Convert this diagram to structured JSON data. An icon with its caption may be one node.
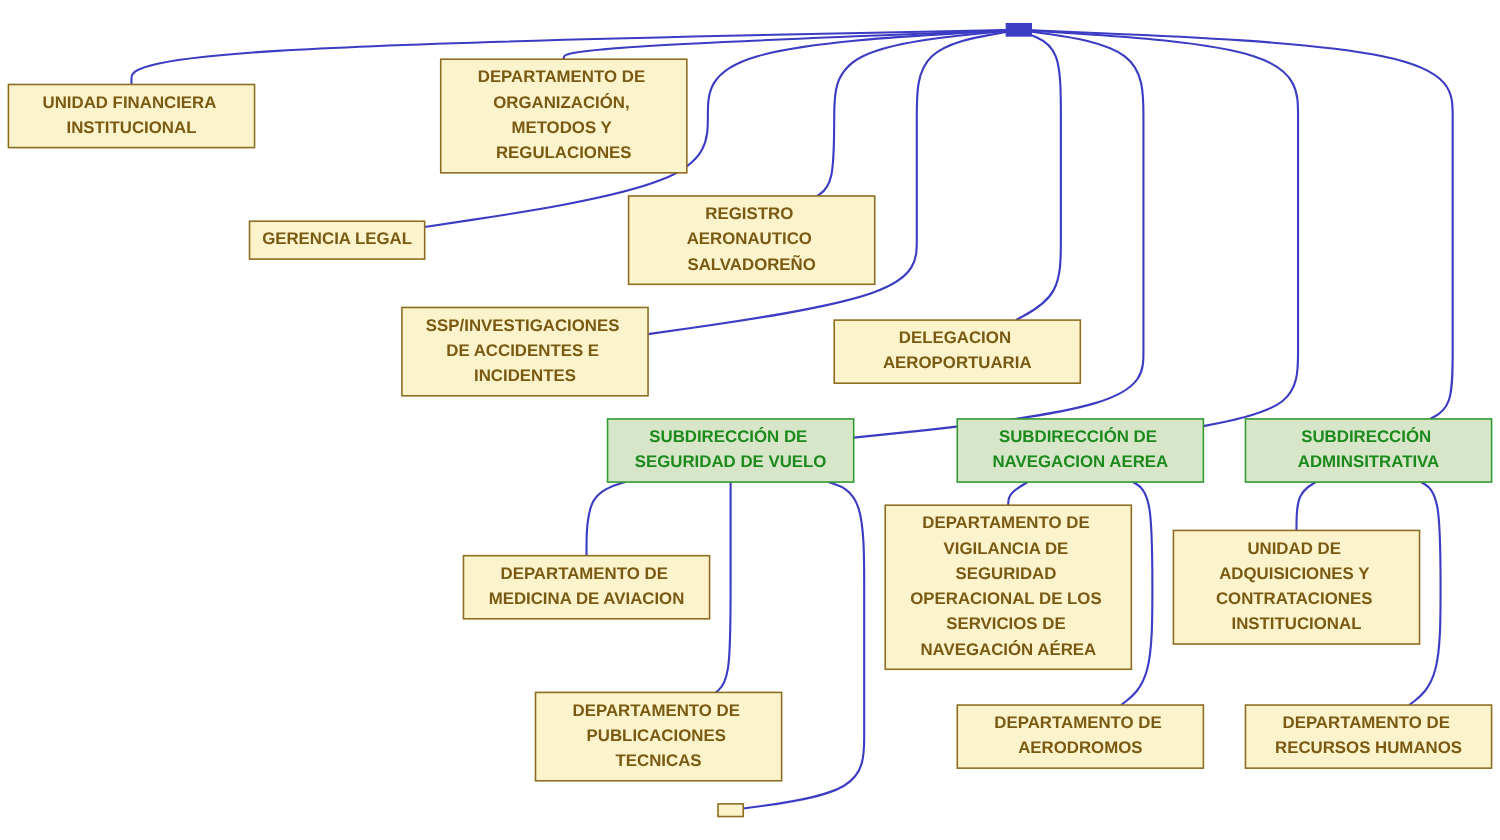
{
  "diagram": {
    "nodes": [
      {
        "text": [
          "UNIDAD FINANCIERA INSTITUCIONAL"
        ]
      },
      {
        "text": [
          "DEPARTAMENTO DE ORGANIZACIÓN, METODOS Y REGULACIONES"
        ]
      },
      {
        "text": [
          "GERENCIA LEGAL"
        ]
      },
      {
        "text": [
          "REGISTRO AERONAUTICO SALVADOREÑO"
        ]
      },
      {
        "text": [
          "SSP/INVESTIGACIONES DE ACCIDENTES E INCIDENTES"
        ]
      },
      {
        "text": [
          "DELEGACION AEROPORTUARIA"
        ]
      },
      {
        "text": [
          "SUBDIRECCIÓN DE SEGURIDAD DE VUELO"
        ]
      },
      {
        "text": [
          "SUBDIRECCIÓN DE NAVEGACION AEREA"
        ]
      },
      {
        "text": [
          "SUBDIRECCIÓN ADMINSITRATIVA"
        ]
      },
      {
        "text": [
          "DEPARTAMENTO DE MEDICINA DE AVIACION"
        ]
      },
      {
        "text": [
          "DEPARTAMENTO DE VIGILANCIA DE SEGURIDAD OPERACIONAL DE LOS SERVICIOS DE NAVEGACIÓN AÉREA"
        ]
      },
      {
        "text": [
          "UNIDAD DE ADQUISICIONES Y CONTRATACIONES INSTITUCIONAL"
        ]
      },
      {
        "text": [
          "DEPARTAMENTO DE PUBLICACIONES TECNICAS"
        ]
      },
      {
        "text": [
          "DEPARTAMENTO DE AERODROMOS"
        ]
      },
      {
        "text": [
          "DEPARTAMENTO DE RECURSOS HUMANOS"
        ]
      },
      {
        "text": [],
        "shape": "box"
      },
      {
        "text": [],
        "shape": "bar"
      }
    ],
    "edges": [
      {
        "from": 16,
        "to": 0,
        "arrow": "none"
      },
      {
        "from": 16,
        "to": 1,
        "arrow": "none"
      },
      {
        "from": 16,
        "to": 2,
        "arrow": "none"
      },
      {
        "from": 16,
        "to": 3,
        "arrow": "none"
      },
      {
        "from": 16,
        "to": 4,
        "arrow": "none"
      },
      {
        "from": 16,
        "to": 5,
        "arrow": "none"
      },
      {
        "from": 16,
        "to": 6,
        "arrow": "none"
      },
      {
        "from": 16,
        "to": 7,
        "arrow": "none"
      },
      {
        "from": 16,
        "to": 8,
        "arrow": "none"
      },
      {
        "from": 6,
        "to": 9,
        "arrow": "none"
      },
      {
        "from": 6,
        "to": 12,
        "arrow": "none"
      },
      {
        "from": 6,
        "to": 15,
        "arrow": "none"
      },
      {
        "from": 7,
        "to": 10,
        "arrow": "none"
      },
      {
        "from": 7,
        "to": 13,
        "arrow": "none"
      },
      {
        "from": 8,
        "to": 11,
        "arrow": "none"
      },
      {
        "from": 8,
        "to": 14,
        "arrow": "none"
      }
    ]
  }
}
